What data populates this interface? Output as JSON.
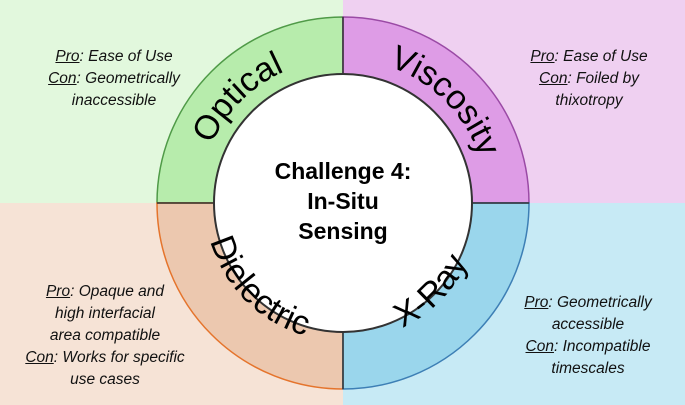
{
  "center": {
    "lines": [
      "Challenge 4:",
      "In-Situ",
      "Sensing"
    ]
  },
  "quadrants": {
    "optical": {
      "label": "Optical",
      "color": "#b7ecac",
      "bg": "#e2f8dd",
      "pro": "Ease of Use",
      "con_lines": [
        "Geometrically",
        "inaccessible"
      ]
    },
    "viscosity": {
      "label": "Viscosity",
      "color": "#de9ce6",
      "bg": "#efd0f1",
      "pro": "Ease of Use",
      "con_lines": [
        "Foiled by",
        "thixotropy"
      ]
    },
    "dielectric": {
      "label": "Dielectric",
      "color": "#ecc8af",
      "bg": "#f6e3d6",
      "pro_lines": [
        "Opaque and",
        "high interfacial",
        "area compatible"
      ],
      "con_lines": [
        "Works for specific",
        "use cases"
      ]
    },
    "xray": {
      "label": "X-Ray",
      "color": "#9ad6ec",
      "bg": "#c7eaf5",
      "pro_lines": [
        "Geometrically",
        "accessible"
      ],
      "con_lines": [
        "Incompatible",
        "timescales"
      ]
    }
  },
  "keys": {
    "pro": "Pro",
    "con": "Con"
  }
}
